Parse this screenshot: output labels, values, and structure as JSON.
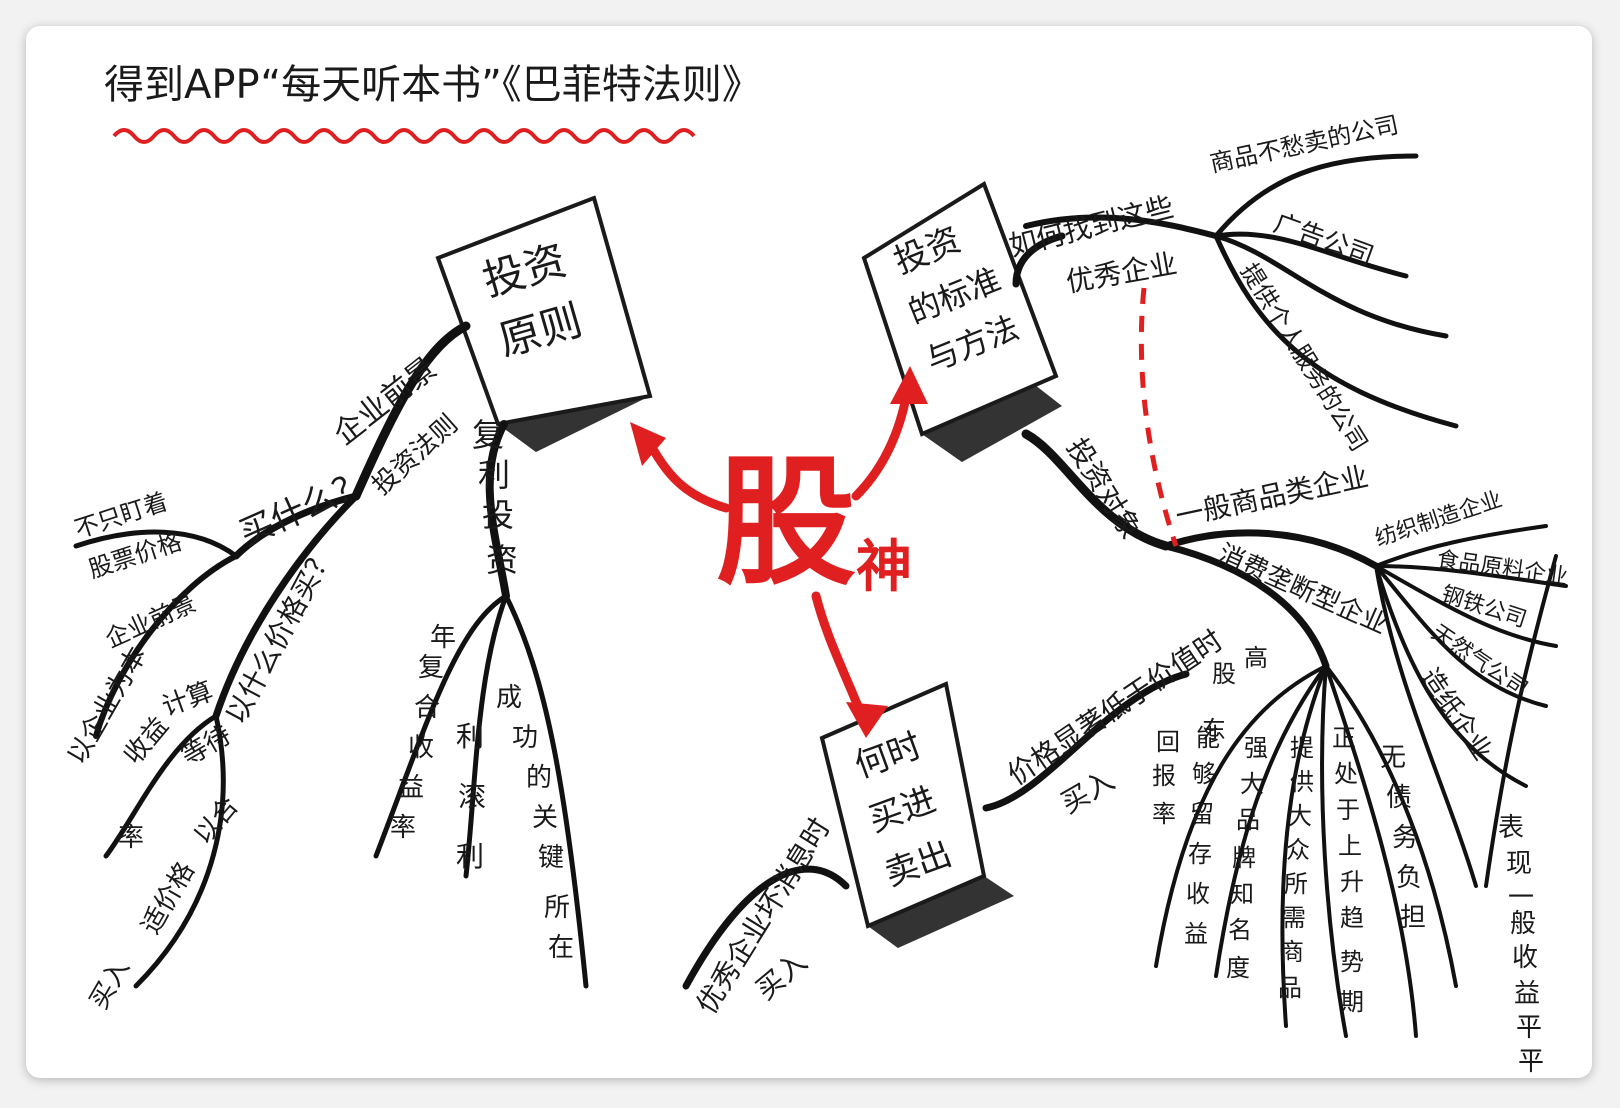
{
  "title": "得到APP“每天听本书”《巴菲特法则》",
  "center": {
    "big": "股",
    "small": "神"
  },
  "boxes": {
    "principles": [
      "投资",
      "原则"
    ],
    "standards": [
      "投资",
      "的标准",
      "与方法"
    ],
    "timing": [
      "何时",
      "买进",
      "卖出"
    ]
  },
  "left": {
    "what_to_buy": "买什么？",
    "company_prospects": "企业前景",
    "invest_rules": "投资法则",
    "not_only": [
      "不只盯着",
      "股票价格"
    ],
    "look_company": "企业前景",
    "focus_company": "以企业为本",
    "what_price": "以什么价格买？",
    "calc_return": [
      "计算",
      "收益",
      "率"
    ],
    "wait_right_price": [
      "等待",
      "以合",
      "适价格",
      "买入"
    ],
    "compound": [
      "复",
      "利",
      "投",
      "资"
    ],
    "annual_return": [
      "年",
      "复",
      "合",
      "收",
      "益",
      "率"
    ],
    "interest": [
      "利",
      "滚",
      "利"
    ],
    "key_success": [
      "成",
      "功",
      "的",
      "关",
      "键",
      "所",
      "在"
    ]
  },
  "right": {
    "find_good": "如何找到这些",
    "good_company": "优秀企业",
    "monopoly_products": "商品不愁卖的公司",
    "ad_company": "广告公司",
    "service_company": "提供个人服务的公司",
    "invest_target": "投资对象",
    "general_goods": "一般商品类企业",
    "consumer_monopoly": "消费垄断型企业",
    "textile": "纺织制造企业",
    "food_raw": "食品原料企业",
    "steel": "钢铁公司",
    "gas": "天然气公司",
    "paper": "造纸企业",
    "mediocre": [
      "表",
      "现",
      "一",
      "般",
      "，",
      "收",
      "益",
      "平",
      "平",
      "。"
    ],
    "debt": [
      "无",
      "债",
      "务",
      "负",
      "担"
    ],
    "rising": [
      "正",
      "处",
      "于",
      "上",
      "升",
      "趋",
      "势",
      "期"
    ],
    "mass_goods": [
      "提",
      "供",
      "大",
      "众",
      "所",
      "需",
      "商",
      "品"
    ],
    "brand": [
      "强",
      "大",
      "品",
      "牌",
      "知",
      "名",
      "度"
    ],
    "retain": [
      "能",
      "够",
      "留",
      "存",
      "收",
      "益"
    ],
    "high_return": [
      "股",
      "东",
      "回",
      "报",
      "率",
      "高"
    ]
  },
  "bottom": {
    "price_below": "价格显著低于价值时",
    "buy": "买入",
    "excellent_bad_news": "优秀企业坏消息时",
    "buy2": "买入"
  },
  "colors": {
    "ink": "#1a1a1a",
    "accent": "#e02020"
  }
}
